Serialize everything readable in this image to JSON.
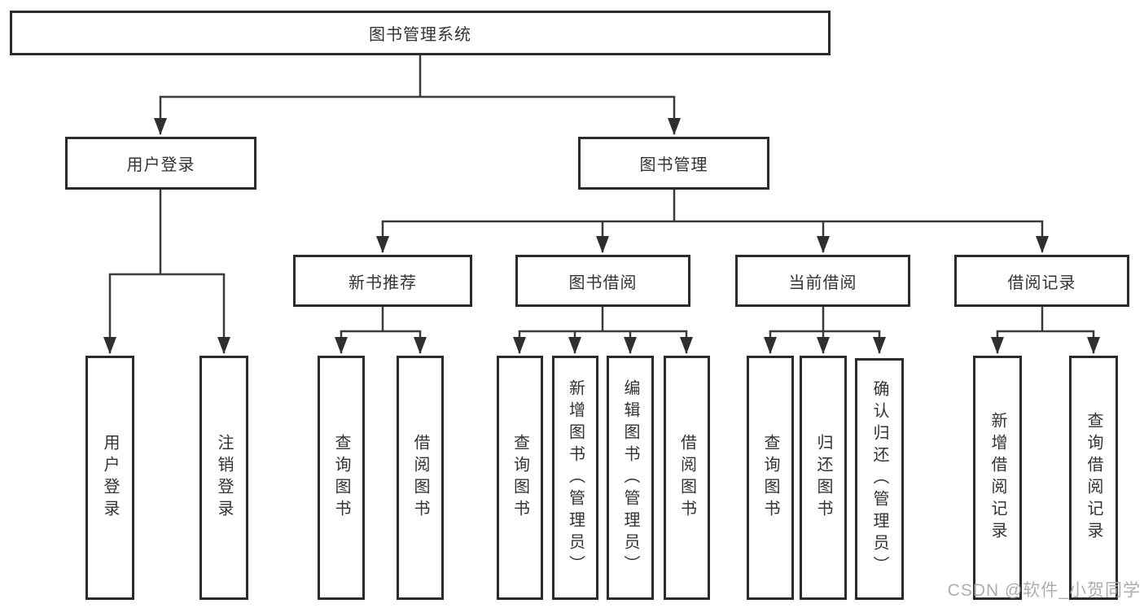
{
  "diagram": {
    "root_label": "图书管理系统",
    "level2": [
      {
        "label": "用户登录"
      },
      {
        "label": "图书管理"
      }
    ],
    "level3": [
      {
        "label": "新书推荐"
      },
      {
        "label": "图书借阅"
      },
      {
        "label": "当前借阅"
      },
      {
        "label": "借阅记录"
      }
    ],
    "leaves": {
      "user_login_group": [
        {
          "label": "用户登录"
        },
        {
          "label": "注销登录"
        }
      ],
      "new_book_group": [
        {
          "label": "查询图书"
        },
        {
          "label": "借阅图书"
        }
      ],
      "borrow_group": [
        {
          "label": "查询图书"
        },
        {
          "label": "新增图书（管理员）"
        },
        {
          "label": "编辑图书（管理员）"
        },
        {
          "label": "借阅图书"
        }
      ],
      "current_group": [
        {
          "label": "查询图书"
        },
        {
          "label": "归还图书"
        },
        {
          "label": "确认归还（管理员）"
        }
      ],
      "records_group": [
        {
          "label": "新增借阅记录"
        },
        {
          "label": "查询借阅记录"
        }
      ]
    },
    "watermark": "CSDN @软件_小贺同学",
    "colors": {
      "line": "#3a3a3a",
      "border": "#2b2b2b",
      "text": "#333333",
      "watermark": "#a6a6a6",
      "background": "#ffffff"
    }
  }
}
